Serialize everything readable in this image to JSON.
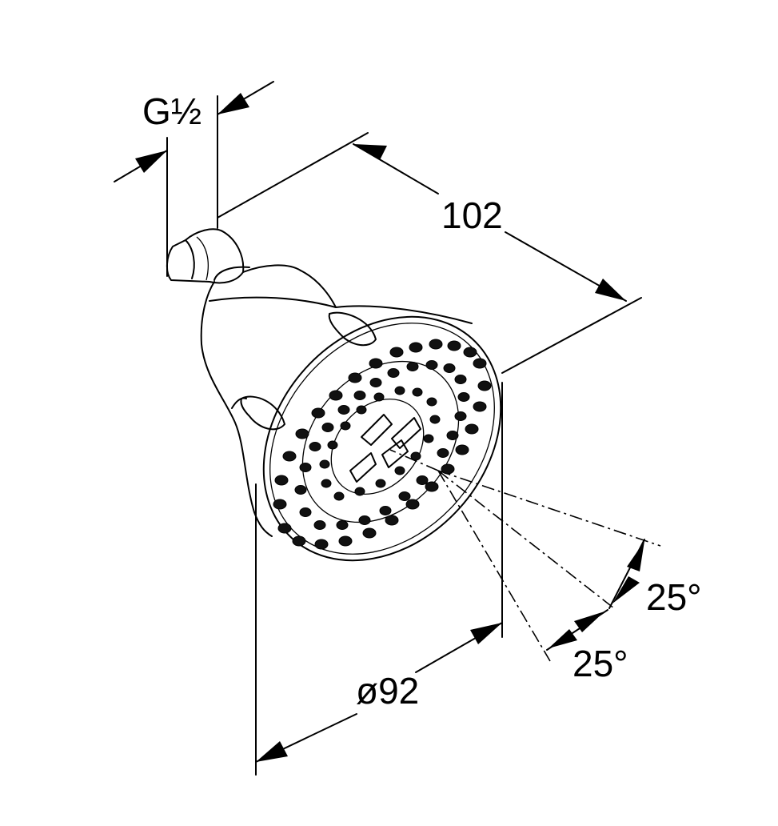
{
  "dimensions": {
    "thread": "G½",
    "depth": "102",
    "diameter": "ø92",
    "angle_upper": "25°",
    "angle_lower": "25°"
  }
}
